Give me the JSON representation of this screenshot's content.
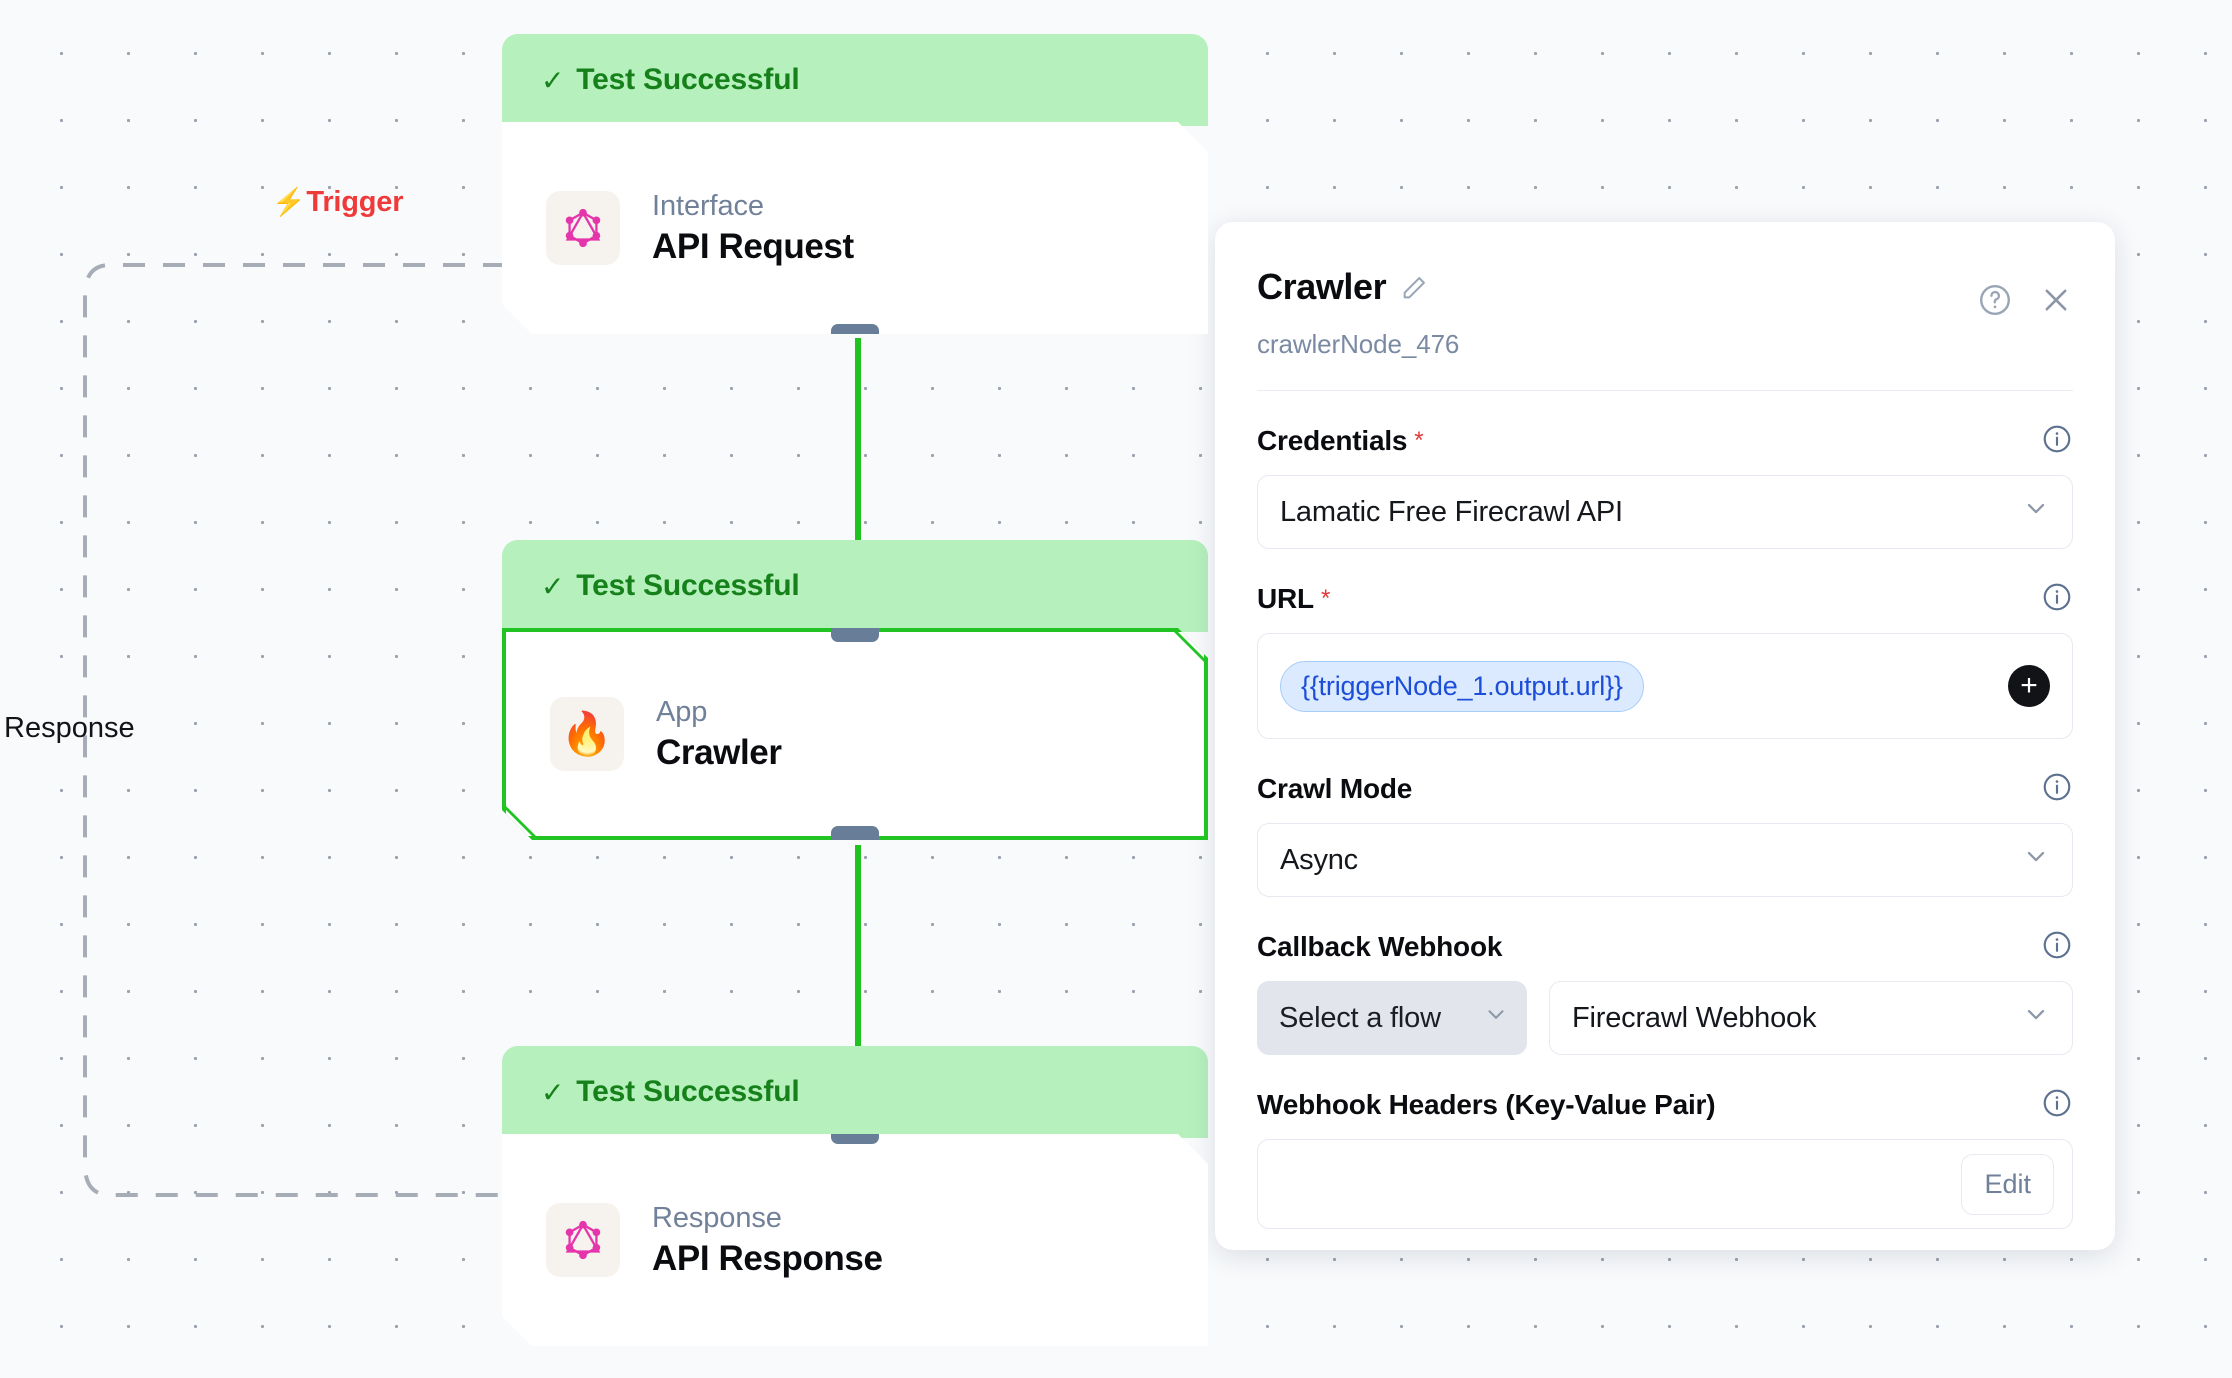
{
  "canvas": {
    "trigger_label": "Trigger",
    "trigger_bolt": "⚡",
    "response_label": "Response",
    "nodes": [
      {
        "status": "Test Successful",
        "status_tick": "✓",
        "kind": "Interface",
        "title": "API Request",
        "icon": "graphql-icon"
      },
      {
        "status": "Test Successful",
        "status_tick": "✓",
        "kind": "App",
        "title": "Crawler",
        "icon": "flame-icon",
        "icon_glyph": "🔥",
        "selected": true
      },
      {
        "status": "Test Successful",
        "status_tick": "✓",
        "kind": "Response",
        "title": "API Response",
        "icon": "graphql-icon"
      }
    ]
  },
  "panel": {
    "title": "Crawler",
    "subtitle": "crawlerNode_476",
    "edit_icon": "pencil-icon",
    "help_icon": "help-circle-icon",
    "close_icon": "close-icon",
    "fields": {
      "credentials": {
        "label": "Credentials",
        "required": "*",
        "value": "Lamatic Free Firecrawl API"
      },
      "url": {
        "label": "URL",
        "required": "*",
        "token": "{{triggerNode_1.output.url}}",
        "add_label": "+"
      },
      "crawl_mode": {
        "label": "Crawl Mode",
        "value": "Async"
      },
      "callback_webhook": {
        "label": "Callback Webhook",
        "flow_value": "Select a flow",
        "webhook_value": "Firecrawl Webhook"
      },
      "webhook_headers": {
        "label": "Webhook Headers (Key-Value Pair)",
        "edit_label": "Edit"
      }
    }
  },
  "colors": {
    "status_bg": "#b6f0bd",
    "status_text": "#16801b",
    "selected_border": "#22c423",
    "edge": "#1fc21f",
    "trigger": "#ef3a3a",
    "token": "#1d4ed8",
    "handle": "#687d98"
  }
}
